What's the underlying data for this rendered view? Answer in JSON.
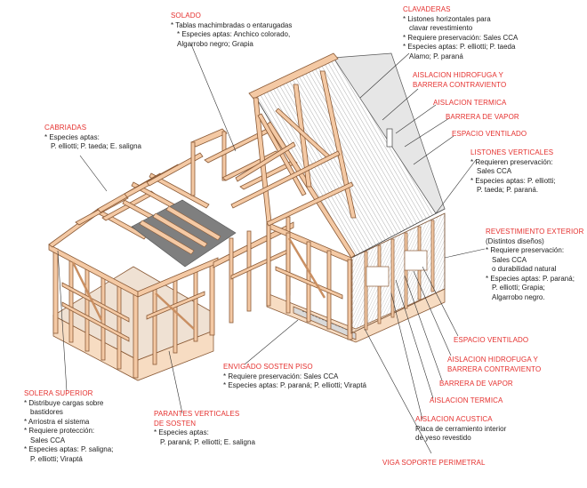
{
  "labels": {
    "solado": {
      "title": "SOLADO",
      "lines": [
        "* Tablas machimbradas o entarugadas",
        "* Especies aptas: Anchico colorado,",
        "Algarrobo negro; Grapia"
      ]
    },
    "clavaderas": {
      "title": "CLAVADERAS",
      "lines": [
        "* Listones horizontales para",
        "clavar revestimiento",
        "* Requiere preservación: Sales CCA",
        "* Especies aptas: P. elliotti; P. taeda",
        "Alamo; P. paraná"
      ]
    },
    "aislacion_hidrofuga_top": {
      "title_lines": [
        "AISLACION HIDROFUGA Y",
        "BARRERA CONTRAVIENTO"
      ]
    },
    "aislacion_termica_top": {
      "title": "AISLACION TERMICA"
    },
    "barrera_vapor_top": {
      "title": "BARRERA DE VAPOR"
    },
    "espacio_ventilado_top": {
      "title": "ESPACIO VENTILADO"
    },
    "listones_verticales": {
      "title": "LISTONES VERTICALES",
      "lines": [
        "* Requieren preservación:",
        "Sales CCA",
        "* Especies aptas: P. elliotti;",
        "P. taeda; P. paraná."
      ]
    },
    "cabriadas": {
      "title": "CABRIADAS",
      "lines": [
        "* Especies aptas:",
        "P. elliotti; P. taeda; E. saligna"
      ]
    },
    "revestimiento_exterior": {
      "title": "REVESTIMIENTO EXTERIOR",
      "lines": [
        "(Distintos diseños)",
        "* Requiere preservación:",
        "Sales CCA",
        "o durabilidad natural",
        "* Especies aptas: P. paraná;",
        "P. elliotti; Grapia;",
        "Algarrobo negro."
      ]
    },
    "espacio_ventilado_bottom": {
      "title": "ESPACIO VENTILADO"
    },
    "aislacion_hidrofuga_bottom": {
      "title_lines": [
        "AISLACION HIDROFUGA Y",
        "BARRERA CONTRAVIENTO"
      ]
    },
    "barrera_vapor_bottom": {
      "title": "BARRERA DE VAPOR"
    },
    "aislacion_termica_bottom": {
      "title": "AISLACION TERMICA"
    },
    "aislacion_acustica": {
      "title": "AISLACION ACUSTICA",
      "lines": [
        "Placa de cerramiento interior",
        "de yeso revestido"
      ]
    },
    "viga_soporte": {
      "title": "VIGA SOPORTE PERIMETRAL"
    },
    "envigado": {
      "title": "ENVIGADO SOSTEN PISO",
      "lines": [
        "* Requiere preservación: Sales CCA",
        "* Especies aptas: P. paraná; P. elliotti; Viraptá"
      ]
    },
    "parantes": {
      "title_lines": [
        "PARANTES VERTICALES",
        "DE SOSTEN"
      ],
      "lines": [
        "* Especies aptas:",
        "P. paraná; P. elliotti; E. saligna"
      ]
    },
    "solera_superior": {
      "title": "SOLERA SUPERIOR",
      "lines": [
        "* Distribuye cargas sobre",
        "bastidores",
        "* Arriostra el sistema",
        "* Requiere protección:",
        "Sales CCA",
        "* Especies aptas: P. saligna;",
        "P. elliotti; Viraptá"
      ]
    }
  },
  "colors": {
    "label_title": "#e5312f",
    "label_text": "#222222",
    "wood_fill": "#f4c9a4",
    "wood_stroke": "#8a5a36",
    "roof_panel": "#7f7f7f",
    "leader": "#333333"
  }
}
